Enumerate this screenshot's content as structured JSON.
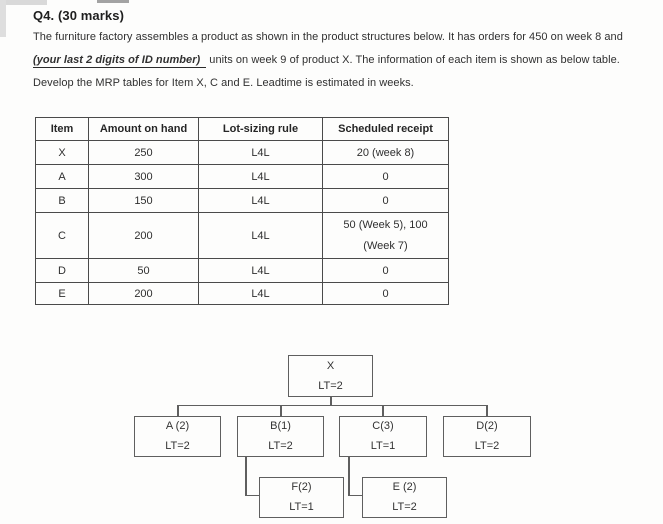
{
  "page": {
    "heading": "Q4. (30 marks)",
    "para": {
      "line1": "The furniture factory assembles a product as shown in the product structures below. It has orders for 450 on week 8 and",
      "line2_emph": "(your last 2 digits of ID number)",
      "line2_rest": "units on week 9 of product X. The information of each item is shown as below table.",
      "line3": "Develop the MRP tables for Item X, C and E. Leadtime is estimated in weeks."
    }
  },
  "table": {
    "headers": [
      "Item",
      "Amount on hand",
      "Lot-sizing rule",
      "Scheduled receipt"
    ],
    "rows": [
      {
        "item": "X",
        "amount_on_hand": "250",
        "lot_sizing_rule": "L4L",
        "scheduled_receipt": "20 (week 8)"
      },
      {
        "item": "A",
        "amount_on_hand": "300",
        "lot_sizing_rule": "L4L",
        "scheduled_receipt": "0"
      },
      {
        "item": "B",
        "amount_on_hand": "150",
        "lot_sizing_rule": "L4L",
        "scheduled_receipt": "0"
      },
      {
        "item": "C",
        "amount_on_hand": "200",
        "lot_sizing_rule": "L4L",
        "scheduled_receipt": "50 (Week 5), 100",
        "scheduled_receipt_line2": "(Week 7)"
      },
      {
        "item": "D",
        "amount_on_hand": "50",
        "lot_sizing_rule": "L4L",
        "scheduled_receipt": "0"
      },
      {
        "item": "E",
        "amount_on_hand": "200",
        "lot_sizing_rule": "L4L",
        "scheduled_receipt": "0"
      }
    ]
  },
  "diagram": {
    "nodes": {
      "x": {
        "label": "X",
        "lt": "LT=2"
      },
      "a": {
        "label": "A (2)",
        "lt": "LT=2"
      },
      "b": {
        "label": "B(1)",
        "lt": "LT=2"
      },
      "c": {
        "label": "C(3)",
        "lt": "LT=1"
      },
      "d": {
        "label": "D(2)",
        "lt": "LT=2"
      },
      "f": {
        "label": "F(2)",
        "lt": "LT=1"
      },
      "e": {
        "label": "E (2)",
        "lt": "LT=2"
      }
    }
  }
}
